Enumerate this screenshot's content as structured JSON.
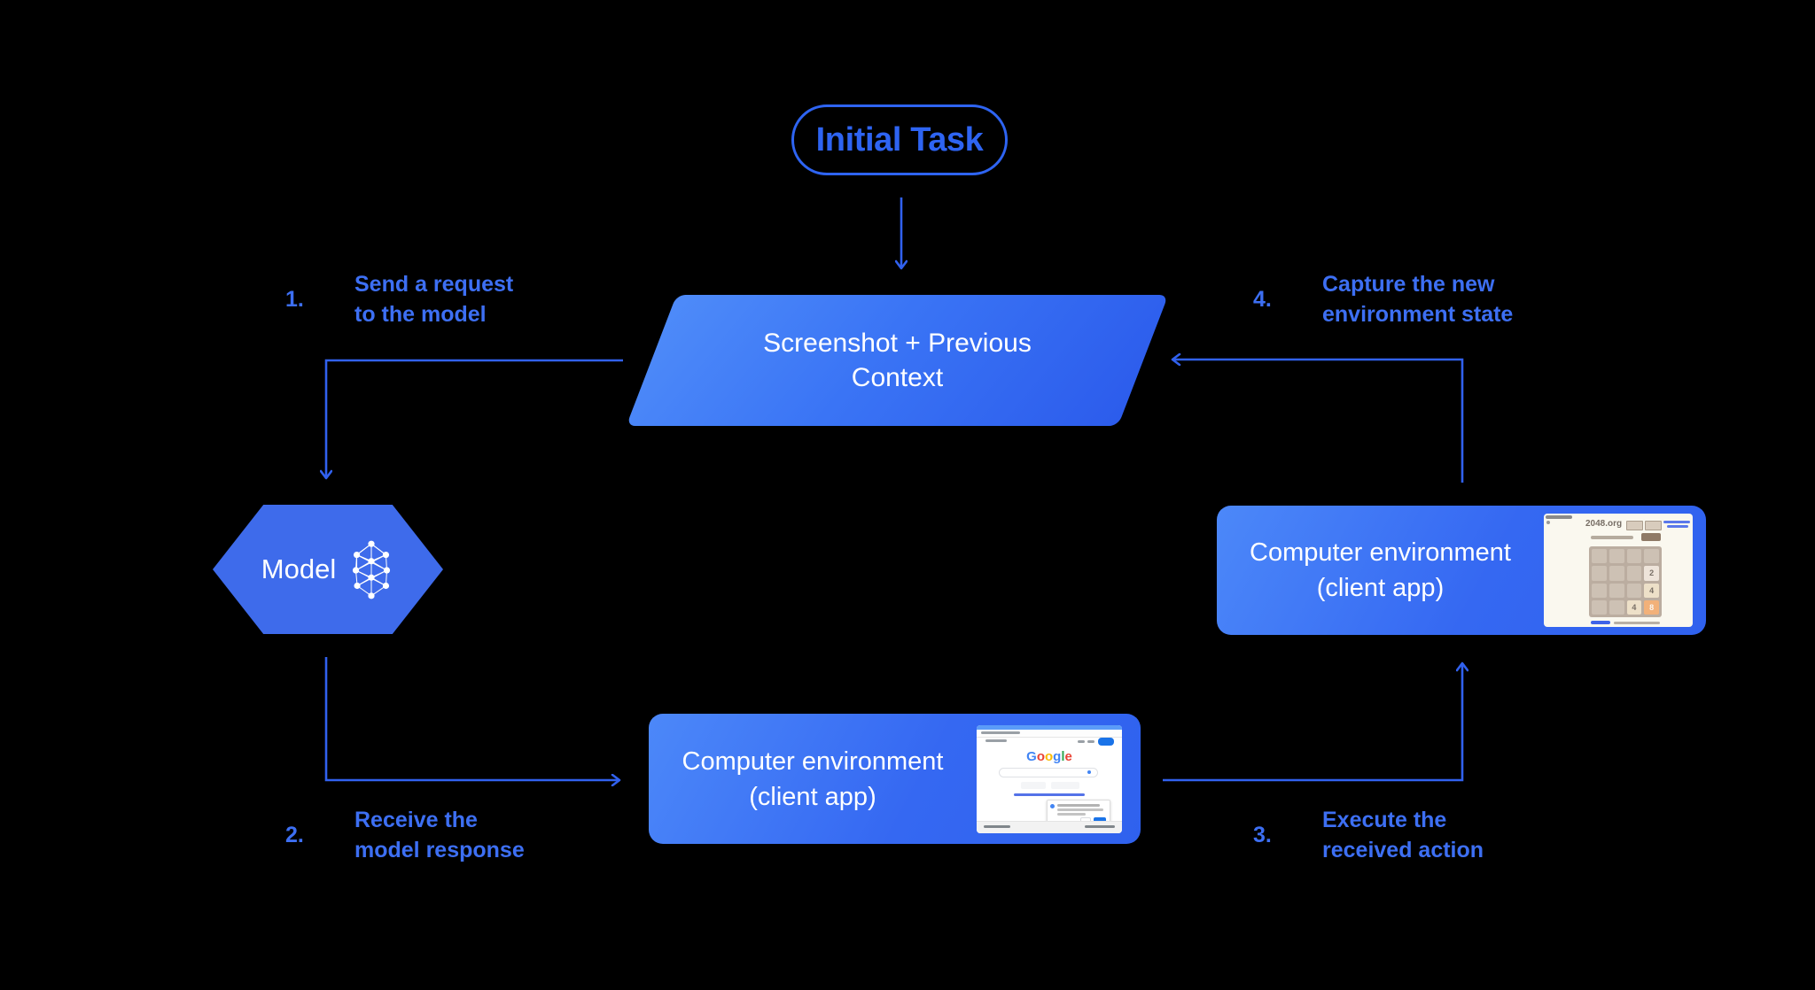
{
  "nodes": {
    "initial_task": {
      "label": "Initial Task"
    },
    "screenshot_context": {
      "line1": "Screenshot + Previous",
      "line2": "Context"
    },
    "model": {
      "label": "Model",
      "icon": "neural-network-icon"
    },
    "env_right": {
      "line1": "Computer environment",
      "line2": "(client app)"
    },
    "env_bottom": {
      "line1": "Computer environment",
      "line2": "(client app)"
    }
  },
  "steps": [
    {
      "num": "1.",
      "line1": "Send a request",
      "line2": "to the model"
    },
    {
      "num": "2.",
      "line1": "Receive the",
      "line2": "model response"
    },
    {
      "num": "3.",
      "line1": "Execute the",
      "line2": "received action"
    },
    {
      "num": "4.",
      "line1": "Capture the new",
      "line2": "environment state"
    }
  ],
  "mini_2048": {
    "title": "2048.org",
    "tiles": [
      "2",
      "4",
      "4",
      "8"
    ],
    "colors": {
      "board": "#bbada0",
      "cell": "#cdc1b4",
      "tile2": "#eee4da",
      "tile4": "#ede0c8",
      "tile8": "#f2b179",
      "button": "#8f7a66",
      "text": "#776e65"
    }
  },
  "mini_google": {
    "logo_letters": [
      "G",
      "o",
      "o",
      "g",
      "l",
      "e"
    ],
    "logo_colors": [
      "#4285F4",
      "#EA4335",
      "#FBBC05",
      "#4285F4",
      "#34A853",
      "#EA4335"
    ],
    "signin_color": "#1a73e8"
  },
  "colors": {
    "background": "#000000",
    "accent_blue": "#2F64F1",
    "arrow_blue": "#3161EE",
    "label_blue": "#3D6FF3",
    "node_gradient_start": "#4E8BF9",
    "node_gradient_end": "#2C5CEC",
    "model_fill": "#3E6BEB",
    "node_text": "#FFFFFF"
  }
}
